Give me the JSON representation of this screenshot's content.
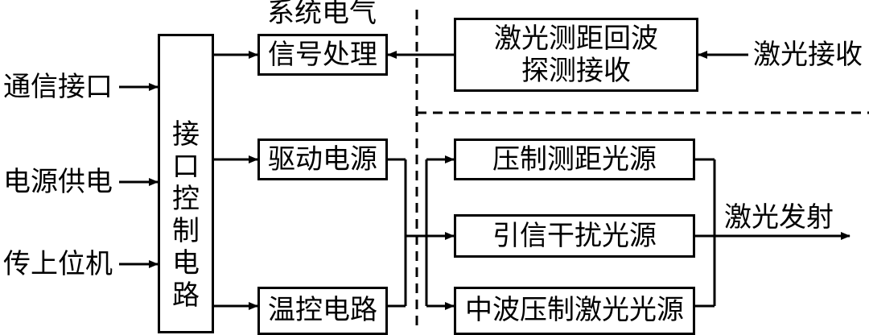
{
  "inputs": {
    "comm_interface": "通信接口",
    "power_supply": "电源供电",
    "host_computer": "传上位机"
  },
  "interface_control": [
    "接",
    "口",
    "控",
    "制",
    "电",
    "路"
  ],
  "system_electrical_label": "系统电气",
  "blocks": {
    "signal_processing": "信号处理",
    "drive_power": "驱动电源",
    "temp_control": "温控电路",
    "echo_receive_line1": "激光测距回波",
    "echo_receive_line2": "探测接收",
    "suppress_ranging_source": "压制测距光源",
    "lure_jamming_source": "引信干扰光源",
    "midwave_suppress_laser": "中波压制激光光源"
  },
  "outputs": {
    "laser_receive": "激光接收",
    "laser_emit": "激光发射"
  }
}
